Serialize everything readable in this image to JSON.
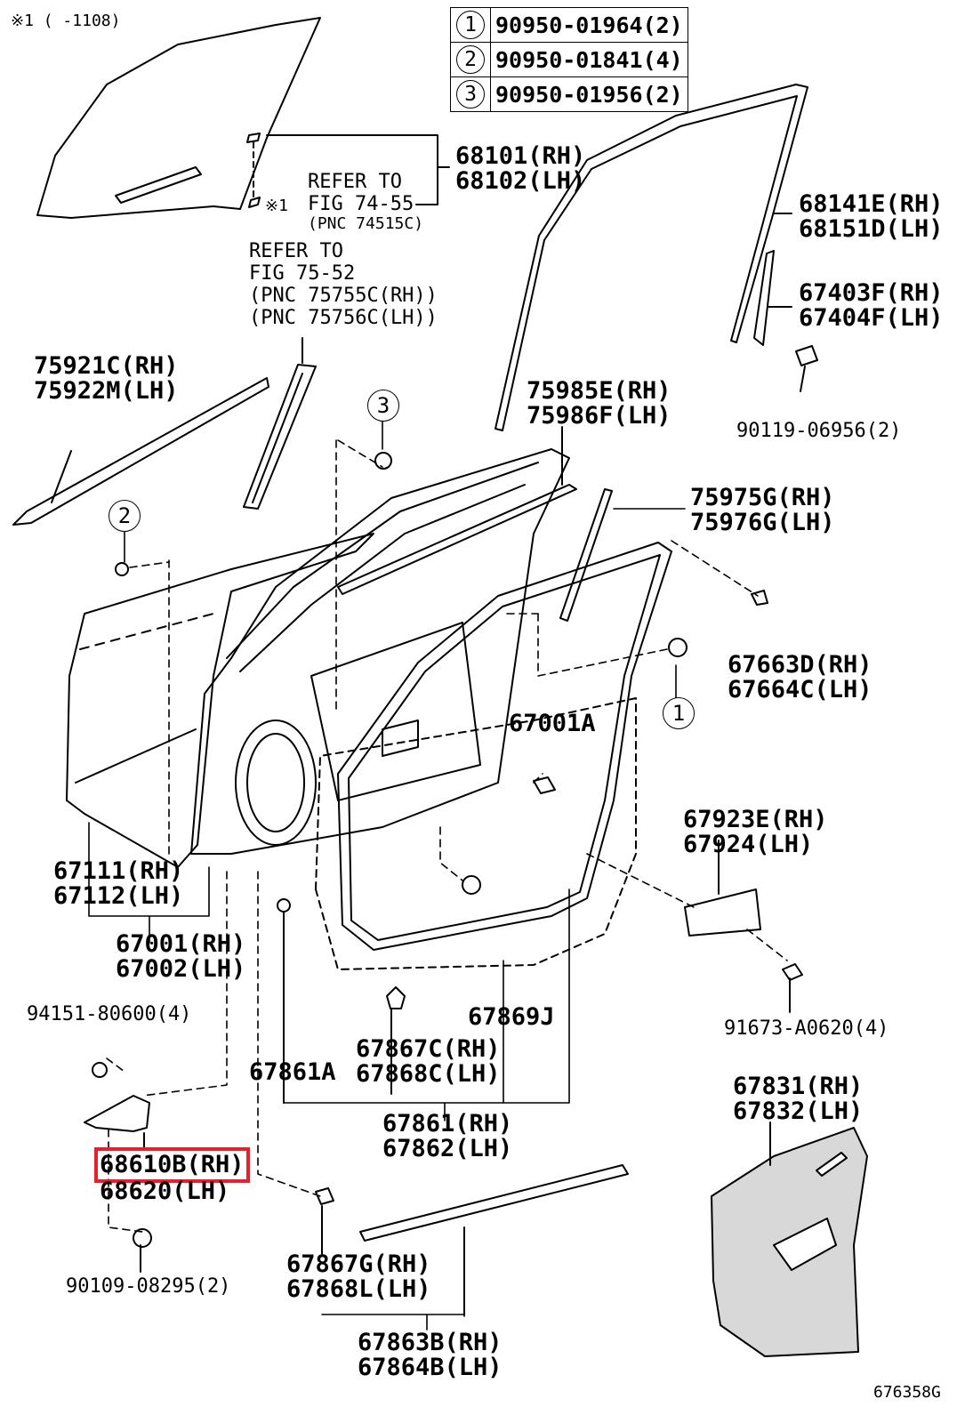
{
  "header_note": "※1 (     -1108)",
  "figure_code": "676358G",
  "part_table": [
    {
      "ref": "1",
      "part": "90950-01964(2)"
    },
    {
      "ref": "2",
      "part": "90950-01841(4)"
    },
    {
      "ref": "3",
      "part": "90950-01956(2)"
    }
  ],
  "callouts": {
    "c1": "1",
    "c2": "2",
    "c3": "3"
  },
  "star_mark": "※1",
  "labels": {
    "glass": [
      "68101(RH)",
      "68102(LH)"
    ],
    "refer74": [
      "REFER TO",
      "FIG 74-55",
      "(PNC 74515C)"
    ],
    "refer75": [
      "REFER TO",
      "FIG 75-52",
      "(PNC 75755C(RH))",
      "(PNC 75756C(LH))"
    ],
    "run": [
      "68141E(RH)",
      "68151D(LH)"
    ],
    "rear_channel": [
      "67403F(RH)",
      "67404F(LH)"
    ],
    "bolt1": [
      "90119-06956(2)"
    ],
    "belt_out": [
      "75921C(RH)",
      "75922M(LH)"
    ],
    "belt_in": [
      "75985E(RH)",
      "75986F(LH)"
    ],
    "belt_rear": [
      "75975G(RH)",
      "75976G(LH)"
    ],
    "cover_rh": [
      "67663D(RH)",
      "67664C(LH)"
    ],
    "plug": [
      "67001A"
    ],
    "weather": [
      "67923E(RH)",
      "67924(LH)"
    ],
    "shell_panel": [
      "67111(RH)",
      "67112(LH)"
    ],
    "door_panel": [
      "67001(RH)",
      "67002(LH)"
    ],
    "screw": [
      "94151-80600(4)"
    ],
    "clip_j": [
      "67869J"
    ],
    "clip_c": [
      "67867C(RH)",
      "67868C(LH)"
    ],
    "clip_a": [
      "67861A"
    ],
    "bolt2": [
      "91673-A0620(4)"
    ],
    "seal": [
      "67861(RH)",
      "67862(LH)"
    ],
    "silencer": [
      "67831(RH)",
      "67832(LH)"
    ],
    "check_rh": "68610B(RH)",
    "check_lh": "68620(LH)",
    "lower_clip": [
      "67867G(RH)",
      "67868L(LH)"
    ],
    "bolt3": [
      "90109-08295(2)"
    ],
    "sill": [
      "67863B(RH)",
      "67864B(LH)"
    ]
  },
  "highlight_color": "#e8202a"
}
